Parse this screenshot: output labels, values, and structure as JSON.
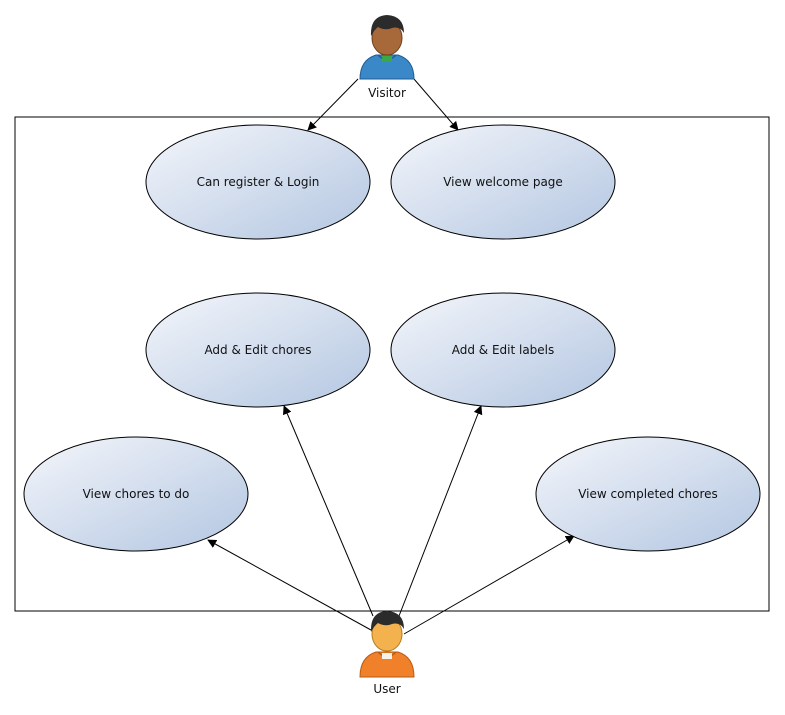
{
  "actors": {
    "visitor": {
      "label": "Visitor",
      "icon": "person-icon",
      "shirt_color": "#3b88c8",
      "skin_color": "#a8693a"
    },
    "user": {
      "label": "User",
      "icon": "person-icon",
      "shirt_color": "#f0812a",
      "skin_color": "#f3b24d"
    }
  },
  "use_cases": {
    "register_login": "Can register & Login",
    "view_welcome": "View welcome page",
    "edit_chores": "Add & Edit chores",
    "edit_labels": "Add & Edit labels",
    "view_todo": "View chores to do",
    "view_completed": "View completed chores"
  },
  "associations": [
    {
      "from": "Visitor",
      "to": "Can register & Login"
    },
    {
      "from": "Visitor",
      "to": "View welcome page"
    },
    {
      "from": "User",
      "to": "Add & Edit chores"
    },
    {
      "from": "User",
      "to": "Add & Edit labels"
    },
    {
      "from": "User",
      "to": "View chores to do"
    },
    {
      "from": "User",
      "to": "View completed chores"
    }
  ],
  "colors": {
    "ellipse_light": "#eef2fa",
    "ellipse_dark": "#b3c6e1",
    "stroke": "#000000"
  }
}
